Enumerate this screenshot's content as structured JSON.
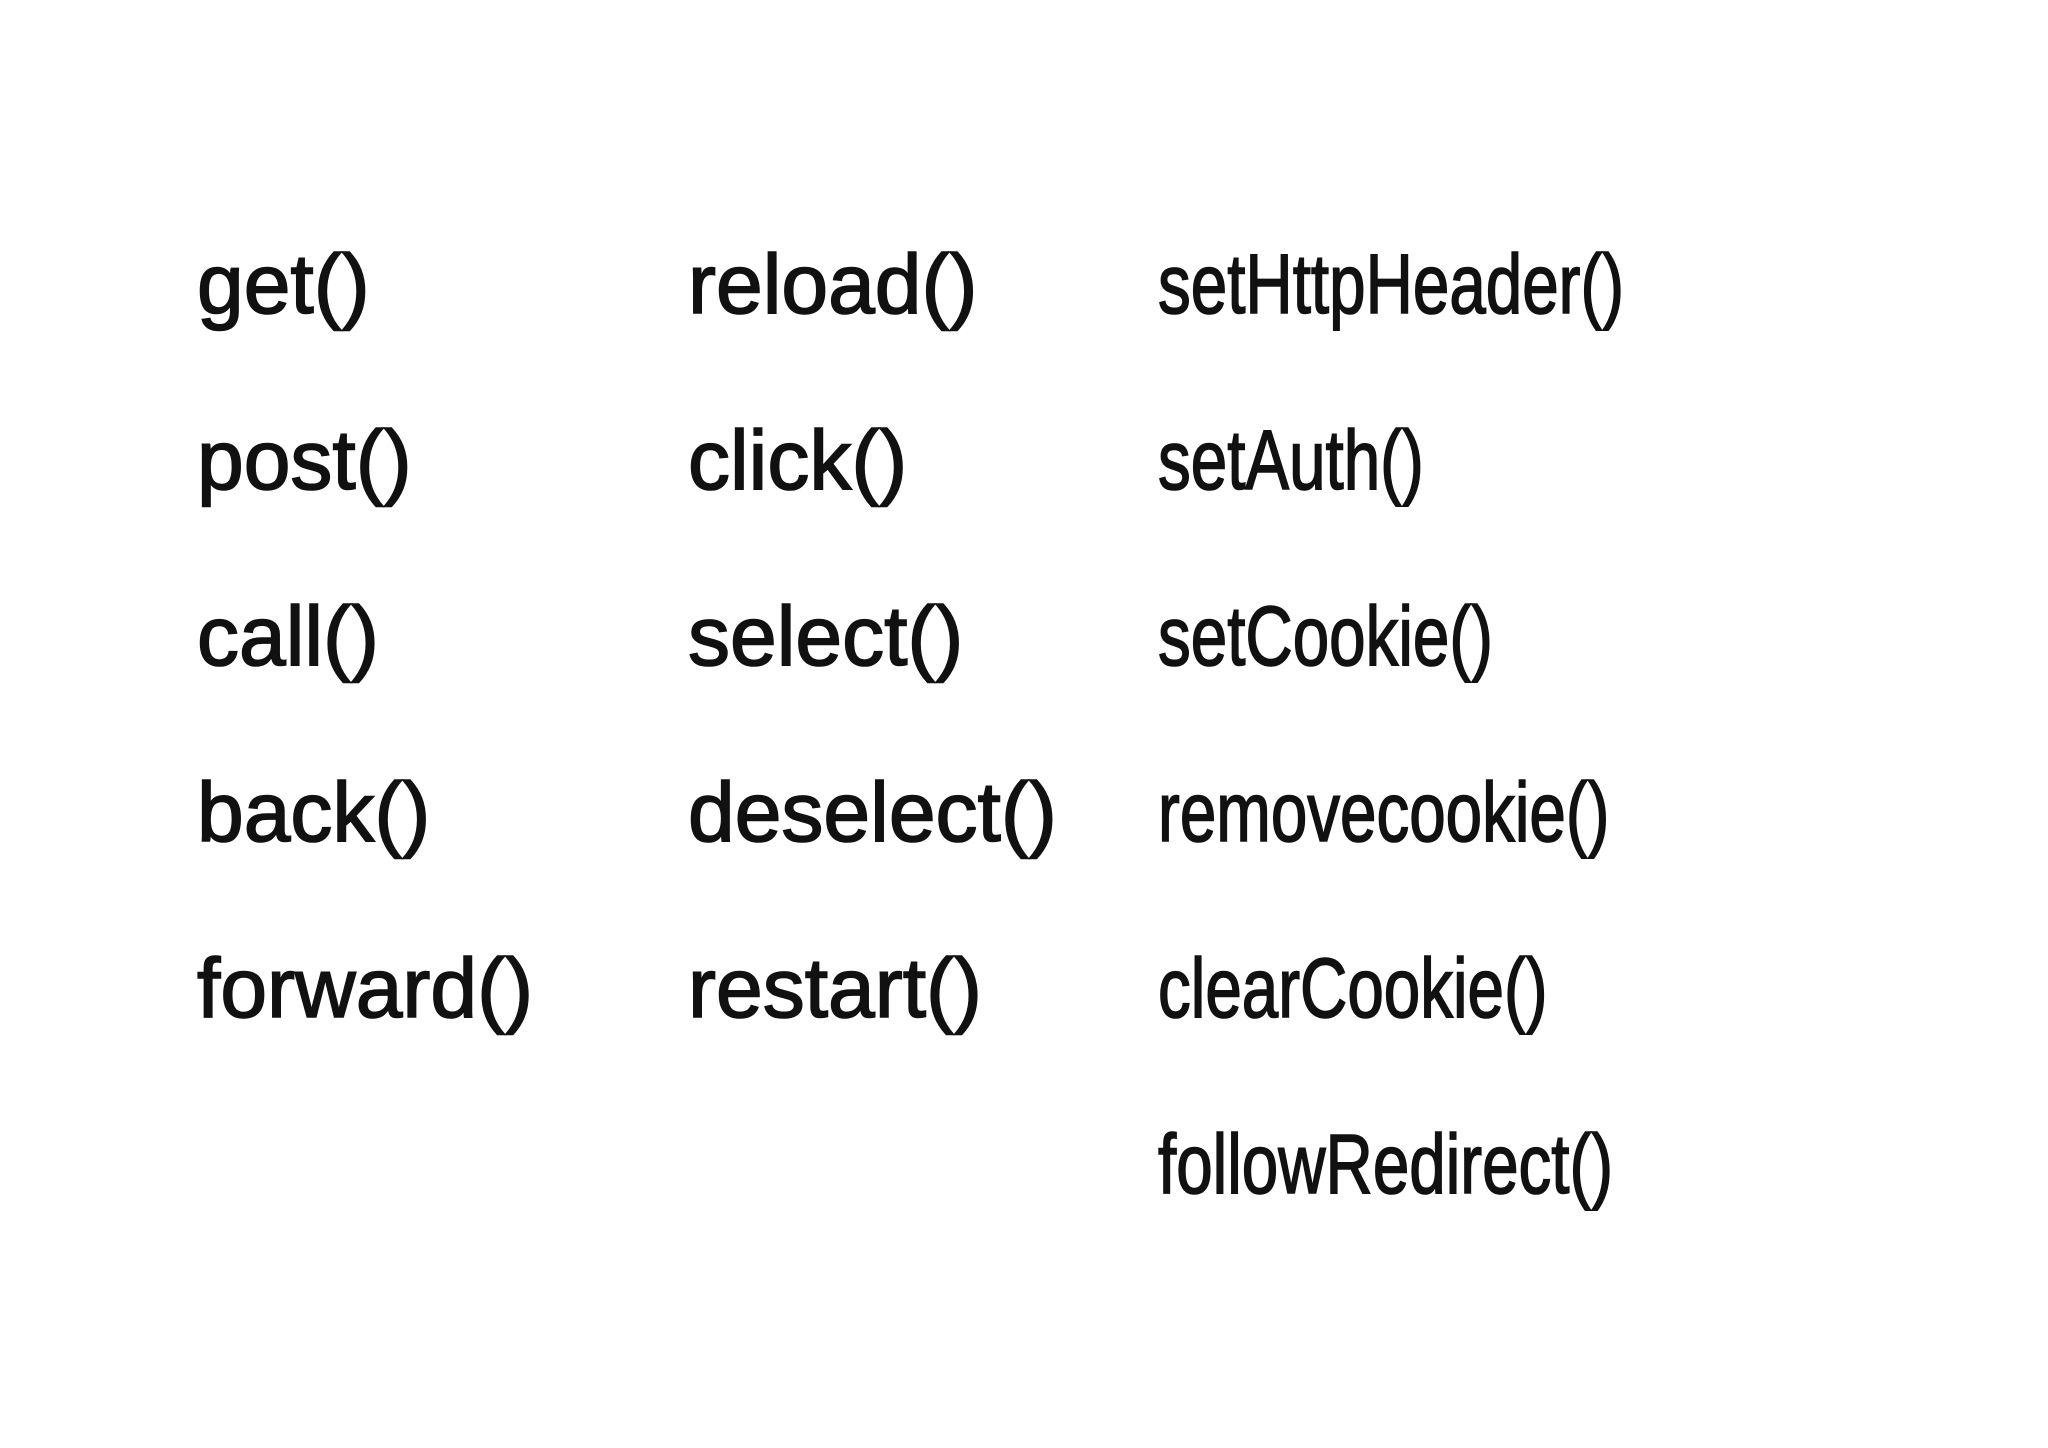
{
  "slide": {
    "background": "#ffffff",
    "text_color": "#111111"
  },
  "columns": [
    {
      "id": "navigation-methods",
      "items": [
        "get()",
        "post()",
        "call()",
        "back()",
        "forward()"
      ]
    },
    {
      "id": "interaction-methods",
      "items": [
        "reload()",
        "click()",
        "select()",
        "deselect()",
        "restart()"
      ]
    },
    {
      "id": "http-state-methods",
      "items": [
        "setHttpHeader()",
        "setAuth()",
        "setCookie()",
        "removecookie()",
        "clearCookie()",
        "followRedirect()"
      ]
    }
  ]
}
